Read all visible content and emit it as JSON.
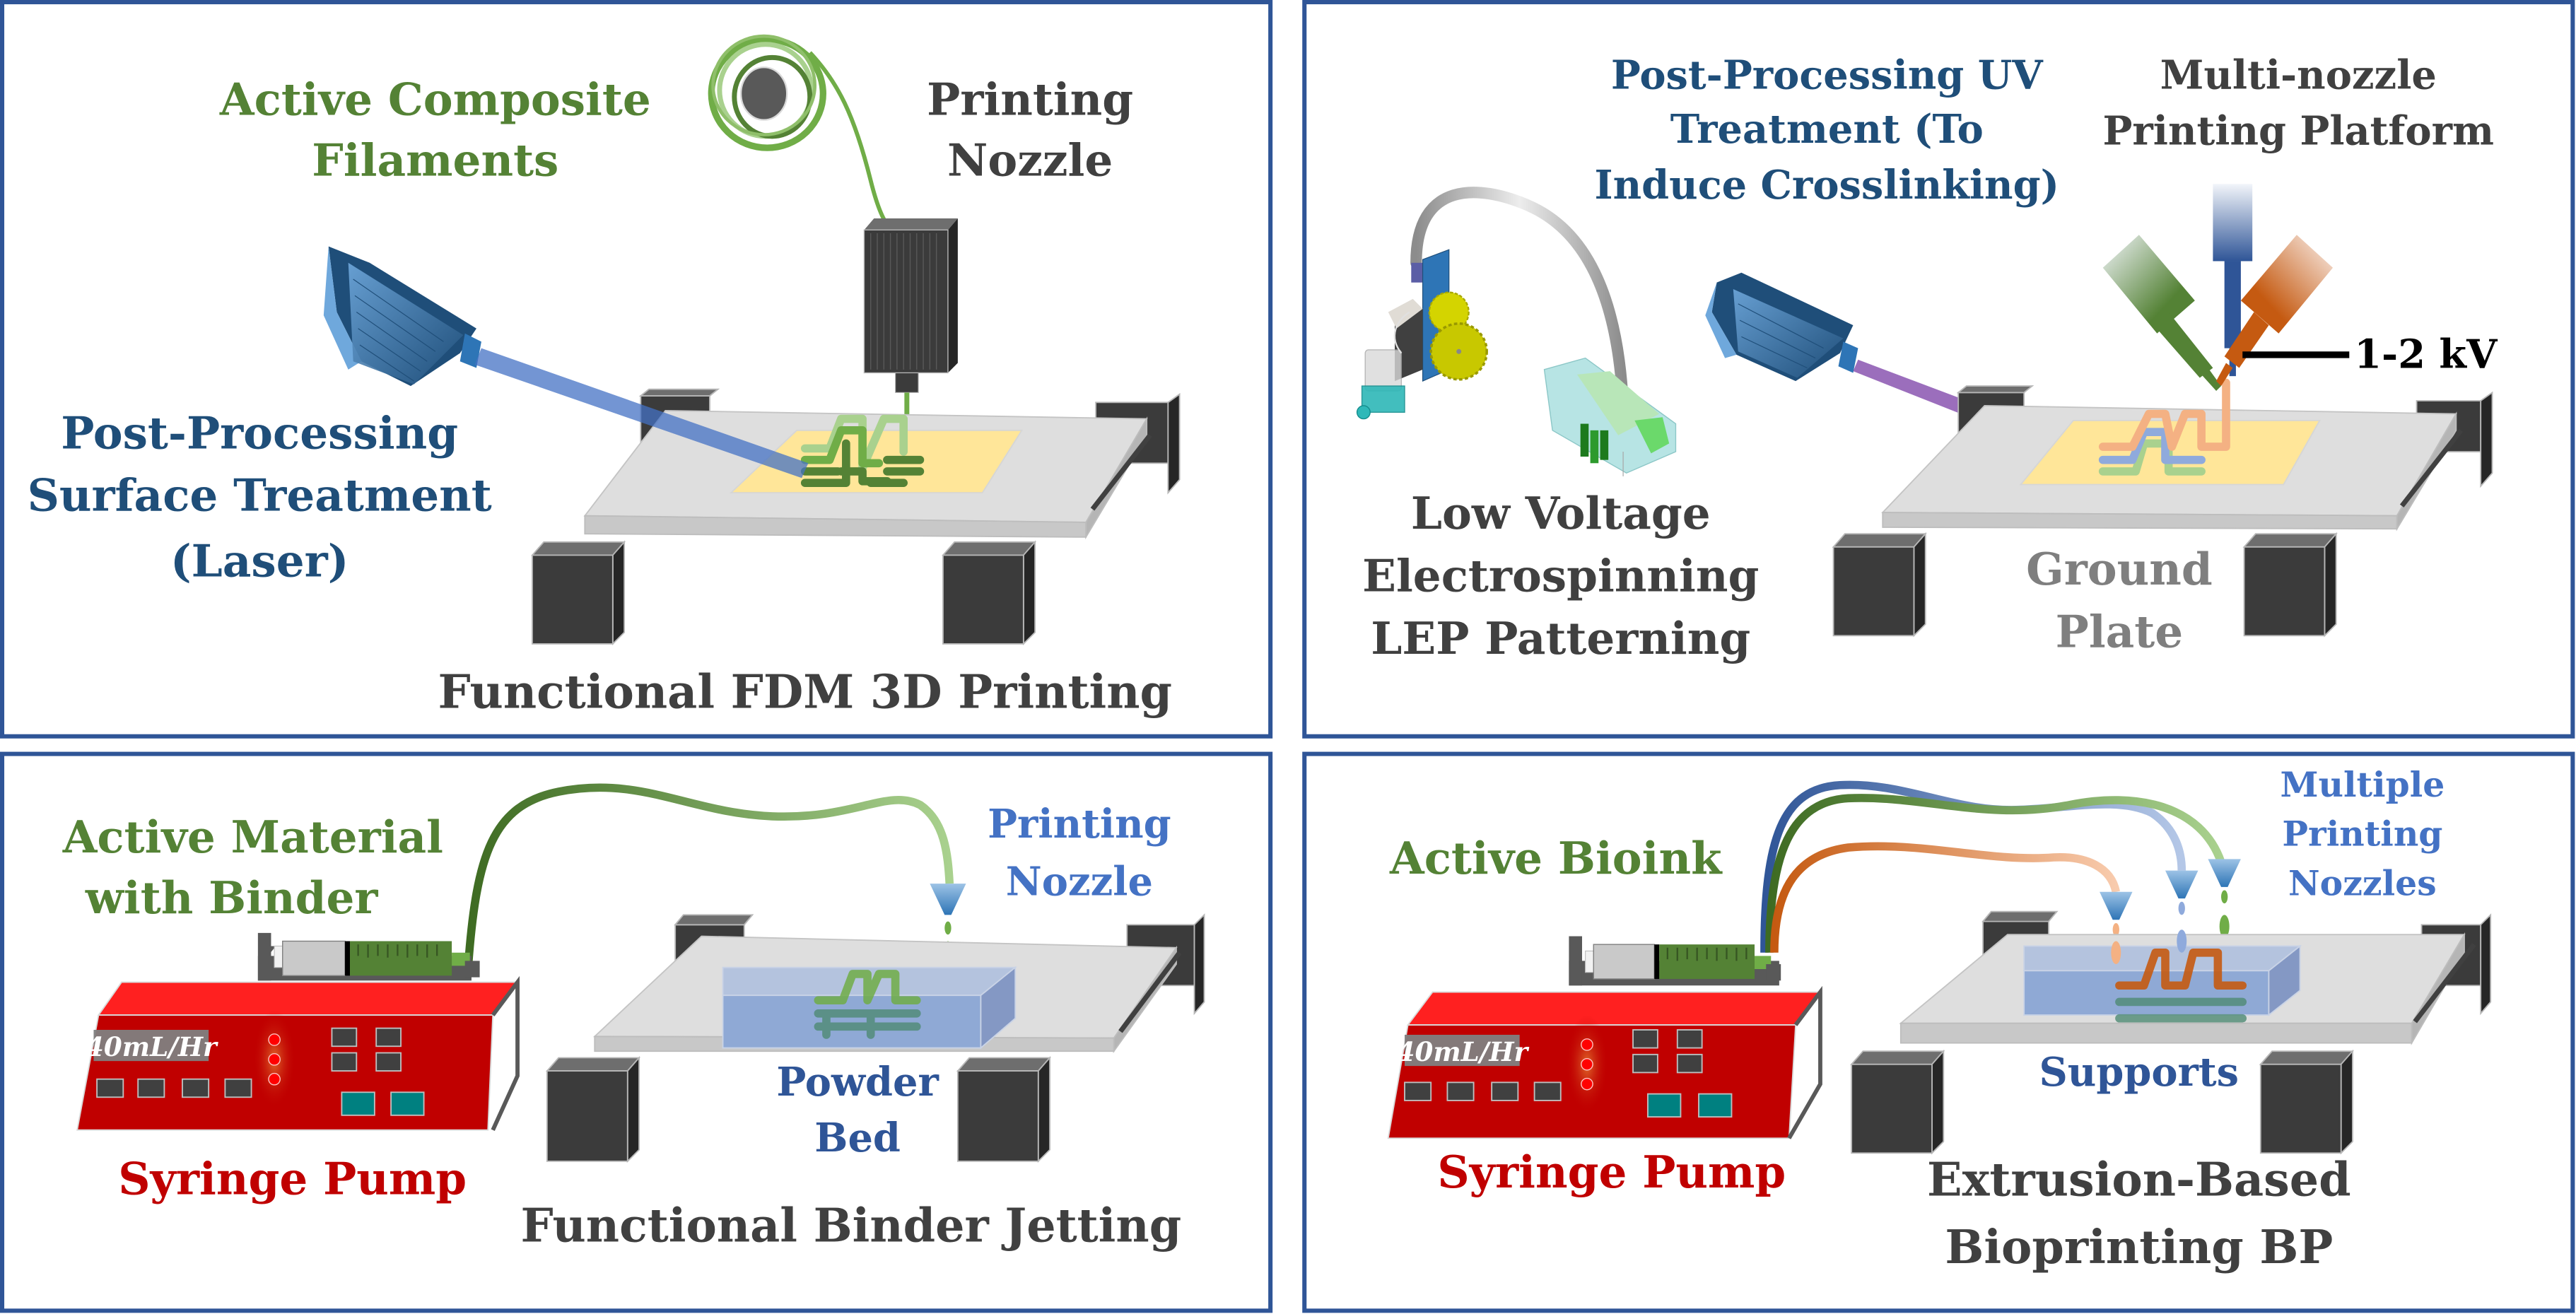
{
  "figure": {
    "title": "Functional additive manufacturing methods overview",
    "colors": {
      "panel_border": "#2F5597",
      "green_label": "#548235",
      "dark_blue_label": "#1F4E79",
      "mid_blue_label": "#2F5597",
      "light_blue_label": "#4472C4",
      "gray_label": "#404040",
      "ground_label": "#7F7F7F",
      "red_label": "#C00000",
      "voltage_label": "#000000"
    }
  },
  "panels": {
    "fdm": {
      "caption": "Functional FDM 3D Printing",
      "filament_label": [
        "Active Composite",
        "Filaments"
      ],
      "nozzle_label": [
        "Printing",
        "Nozzle"
      ],
      "laser_label": [
        "Post-Processing",
        "Surface Treatment",
        "(Laser)"
      ]
    },
    "lep": {
      "caption": [
        "Low Voltage",
        "Electrospinning",
        "LEP Patterning"
      ],
      "uv_label": [
        "Post-Processing UV",
        "Treatment (To",
        "Induce Crosslinking)"
      ],
      "platform_label": [
        "Multi-nozzle",
        "Printing Platform"
      ],
      "voltage_label": "1-2 kV",
      "ground_label": [
        "Ground",
        "Plate"
      ]
    },
    "binder": {
      "caption": "Functional Binder Jetting",
      "material_label": [
        "Active Material",
        "with Binder"
      ],
      "nozzle_label": [
        "Printing",
        "Nozzle"
      ],
      "bed_label": [
        "Powder",
        "Bed"
      ],
      "pump_label": "Syringe Pump",
      "pump_display": "40mL/Hr"
    },
    "bioprint": {
      "caption": [
        "Extrusion-Based",
        "Bioprinting BP"
      ],
      "bioink_label": "Active Bioink",
      "nozzles_label": [
        "Multiple",
        "Printing",
        "Nozzles"
      ],
      "supports_label": "Supports",
      "pump_label": "Syringe Pump",
      "pump_display": "40mL/Hr"
    }
  },
  "icons": {
    "filament_spool": "filament-spool-icon",
    "print_head": "print-head-icon",
    "laser": "laser-icon",
    "uv_lamp": "uv-lamp-icon",
    "electrospinning_device": "electrospinning-device-icon",
    "syringe_pump": "syringe-pump-icon",
    "dispensing_nozzle": "dispensing-nozzle-icon"
  }
}
